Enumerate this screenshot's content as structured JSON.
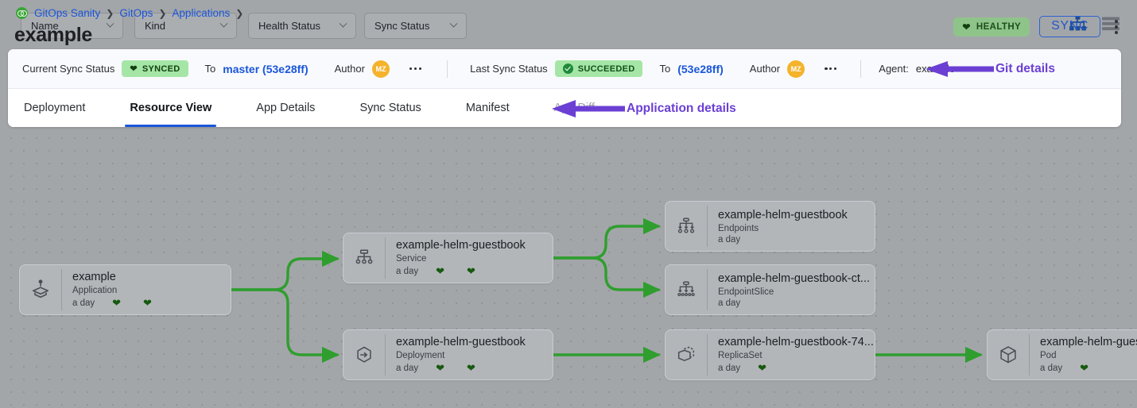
{
  "header": {
    "breadcrumb": [
      {
        "label": "GitOps Sanity",
        "icon": "gitops-logo-icon"
      },
      {
        "label": "GitOps"
      },
      {
        "label": "Applications"
      }
    ],
    "title": "example",
    "health_badge": {
      "label": "HEALTHY",
      "icon": "heart-icon",
      "color": "#8ec48a"
    },
    "sync_button": "SYNC",
    "kebab": "more-options-icon"
  },
  "sync_bar": {
    "current": {
      "label": "Current Sync Status",
      "status": "SYNCED",
      "status_icon": "heart-icon",
      "to_label": "To",
      "revision": "master (53e28ff)",
      "author_label": "Author",
      "author_initials": "MZ"
    },
    "last": {
      "label": "Last Sync Status",
      "status": "SUCCEEDED",
      "status_icon": "check-circle-icon",
      "to_label": "To",
      "revision": "(53e28ff)",
      "author_label": "Author",
      "author_initials": "MZ"
    },
    "agent_label": "Agent:",
    "agent_value": "example"
  },
  "tabs": [
    {
      "label": "Deployment",
      "state": "normal"
    },
    {
      "label": "Resource View",
      "state": "active"
    },
    {
      "label": "App Details",
      "state": "normal"
    },
    {
      "label": "Sync Status",
      "state": "normal"
    },
    {
      "label": "Manifest",
      "state": "normal"
    },
    {
      "label": "App Diff",
      "state": "disabled"
    }
  ],
  "annotations": [
    {
      "text": "Git details",
      "color": "#6b3fd4"
    },
    {
      "text": "Application details",
      "color": "#6b3fd4"
    }
  ],
  "filters": [
    {
      "label": "Name",
      "icon": "chevron-down-icon"
    },
    {
      "label": "Kind",
      "icon": "chevron-down-icon"
    },
    {
      "label": "Health Status",
      "icon": "chevron-down-icon"
    },
    {
      "label": "Sync Status",
      "icon": "chevron-down-icon"
    }
  ],
  "view_toggles": [
    {
      "name": "tree-view-icon",
      "active": true,
      "color": "#1c4e8f"
    },
    {
      "name": "list-view-icon",
      "active": false,
      "color": "#70747a"
    }
  ],
  "graph": {
    "nodes": [
      {
        "id": "app",
        "name": "example",
        "kind": "Application",
        "age": "a day",
        "icon": "application-icon",
        "hearts": 2
      },
      {
        "id": "svc",
        "name": "example-helm-guestbook",
        "kind": "Service",
        "age": "a day",
        "icon": "service-icon",
        "hearts": 2
      },
      {
        "id": "deploy",
        "name": "example-helm-guestbook",
        "kind": "Deployment",
        "age": "a day",
        "icon": "deployment-icon",
        "hearts": 2
      },
      {
        "id": "endpoints",
        "name": "example-helm-guestbook",
        "kind": "Endpoints",
        "age": "a day",
        "icon": "endpoints-icon",
        "hearts": 0
      },
      {
        "id": "endpointslice",
        "name": "example-helm-guestbook-ct...",
        "kind": "EndpointSlice",
        "age": "a day",
        "icon": "endpointslice-icon",
        "hearts": 0
      },
      {
        "id": "replicaset",
        "name": "example-helm-guestbook-74...",
        "kind": "ReplicaSet",
        "age": "a day",
        "icon": "replicaset-icon",
        "hearts": 1
      },
      {
        "id": "pod",
        "name": "example-helm-guest",
        "kind": "Pod",
        "age": "a day",
        "icon": "pod-icon",
        "hearts": 1
      }
    ],
    "edge_color": "#2f9e2f"
  }
}
